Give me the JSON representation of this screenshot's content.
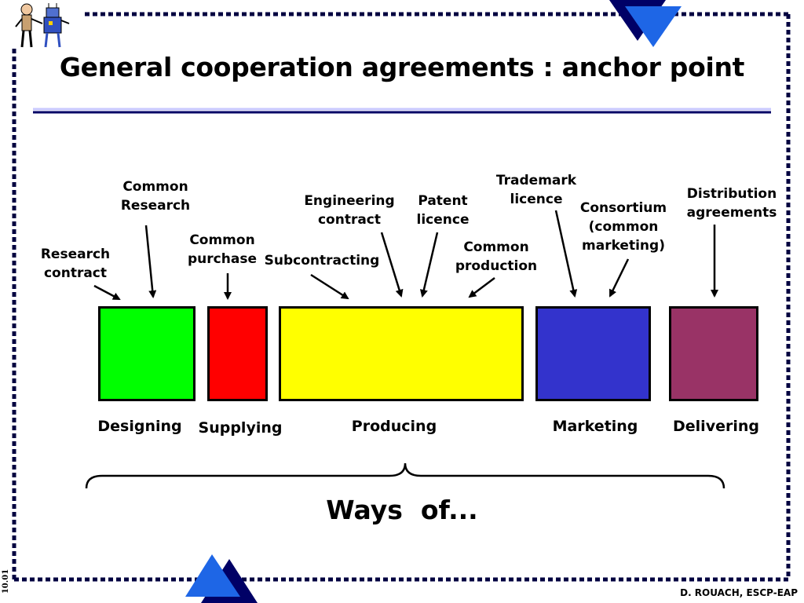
{
  "title": "General cooperation agreements : anchor point",
  "labels": {
    "research_contract": "Research\ncontract",
    "common_research": "Common\nResearch",
    "common_purchase": "Common\npurchase",
    "subcontracting": "Subcontracting",
    "engineering_contract": "Engineering\ncontract",
    "patent_licence": "Patent\nlicence",
    "common_production": "Common\nproduction",
    "trademark_licence": "Trademark\nlicence",
    "consortium": "Consortium\n(common\nmarketing)",
    "distribution_agreements": "Distribution\nagreements"
  },
  "stages": {
    "designing": "Designing",
    "supplying": "Supplying",
    "producing": "Producing",
    "marketing": "Marketing",
    "delivering": "Delivering"
  },
  "stage_colors": {
    "designing": "#00ff00",
    "supplying": "#ff0000",
    "producing": "#ffff00",
    "marketing": "#3333cc",
    "delivering": "#993366"
  },
  "ways_text": "Ways  of...",
  "footer": "D. ROUACH, ESCP-EAP",
  "side_number": "10.01",
  "icons": {
    "clipart": "people-and-robot-icon",
    "decor": "blue-triangle-icon"
  }
}
